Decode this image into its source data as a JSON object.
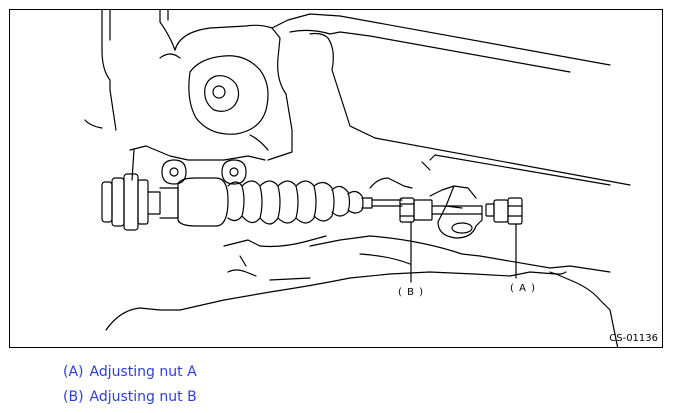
{
  "figure": {
    "figure_id": "CS-01136",
    "callouts": [
      {
        "key": "A",
        "text": "( A )"
      },
      {
        "key": "B",
        "text": "( B )"
      }
    ],
    "line_color": "#000000"
  },
  "legend": {
    "color": "#2f3fd6",
    "items": [
      {
        "key": "(A)",
        "text": "Adjusting nut A"
      },
      {
        "key": "(B)",
        "text": "Adjusting nut B"
      }
    ]
  }
}
